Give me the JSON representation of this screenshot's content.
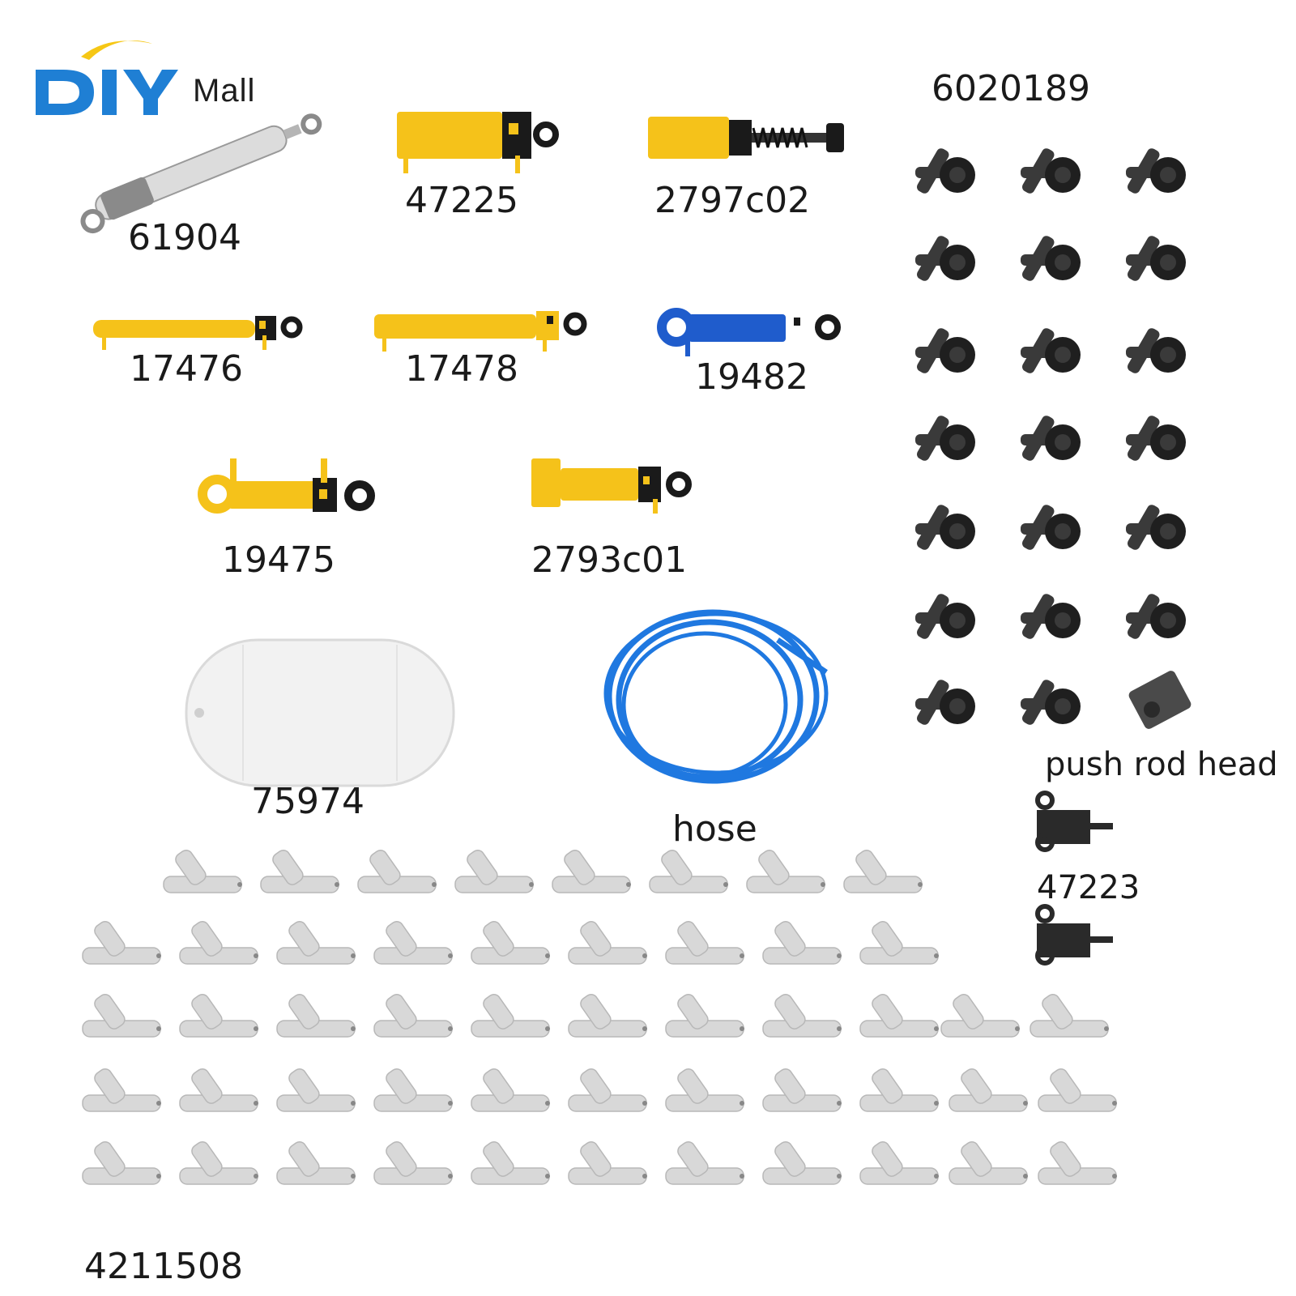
{
  "brand": {
    "logo_text": "DIY",
    "logo_suffix": "Mall",
    "colors": {
      "blue": "#1f7fd4",
      "yellow": "#f6c715"
    }
  },
  "parts": {
    "p61904": "61904",
    "p47225": "47225",
    "p2797c02": "2797c02",
    "p17476": "17476",
    "p17478": "17478",
    "p19482": "19482",
    "p19475": "19475",
    "p2793c01": "2793c01",
    "p75974": "75974",
    "hose": "hose",
    "p6020189": "6020189",
    "push_rod_head": "push rod head",
    "p47223": "47223",
    "p4211508": "4211508"
  },
  "colors": {
    "yellow_part": "#f5c21a",
    "black_part": "#1a1a1a",
    "blue_part": "#1f5ccc",
    "hose_blue": "#1f78e0",
    "light_gray": "#d8d8d8",
    "white_tank": "#f2f2f2",
    "dark_gray": "#3a3a3a"
  }
}
